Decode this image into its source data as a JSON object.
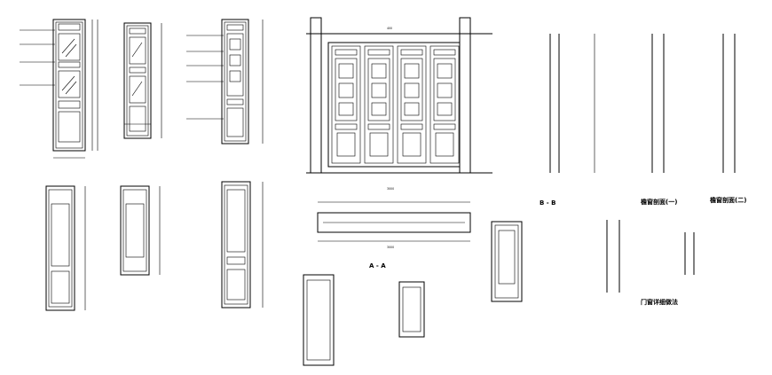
{
  "drawing": {
    "captions": {
      "section_b": "B - B",
      "section_a": "A - A",
      "eave_section_1": "檐窗剖面(一)",
      "eave_section_2": "檐窗剖面(二)",
      "door_window_detail": "门窗详细做法"
    },
    "dimension_marks": {
      "main_top": "400",
      "main_width": "3000",
      "plan_width": "3000"
    },
    "colors": {
      "line": "#000000",
      "background": "#ffffff"
    }
  }
}
